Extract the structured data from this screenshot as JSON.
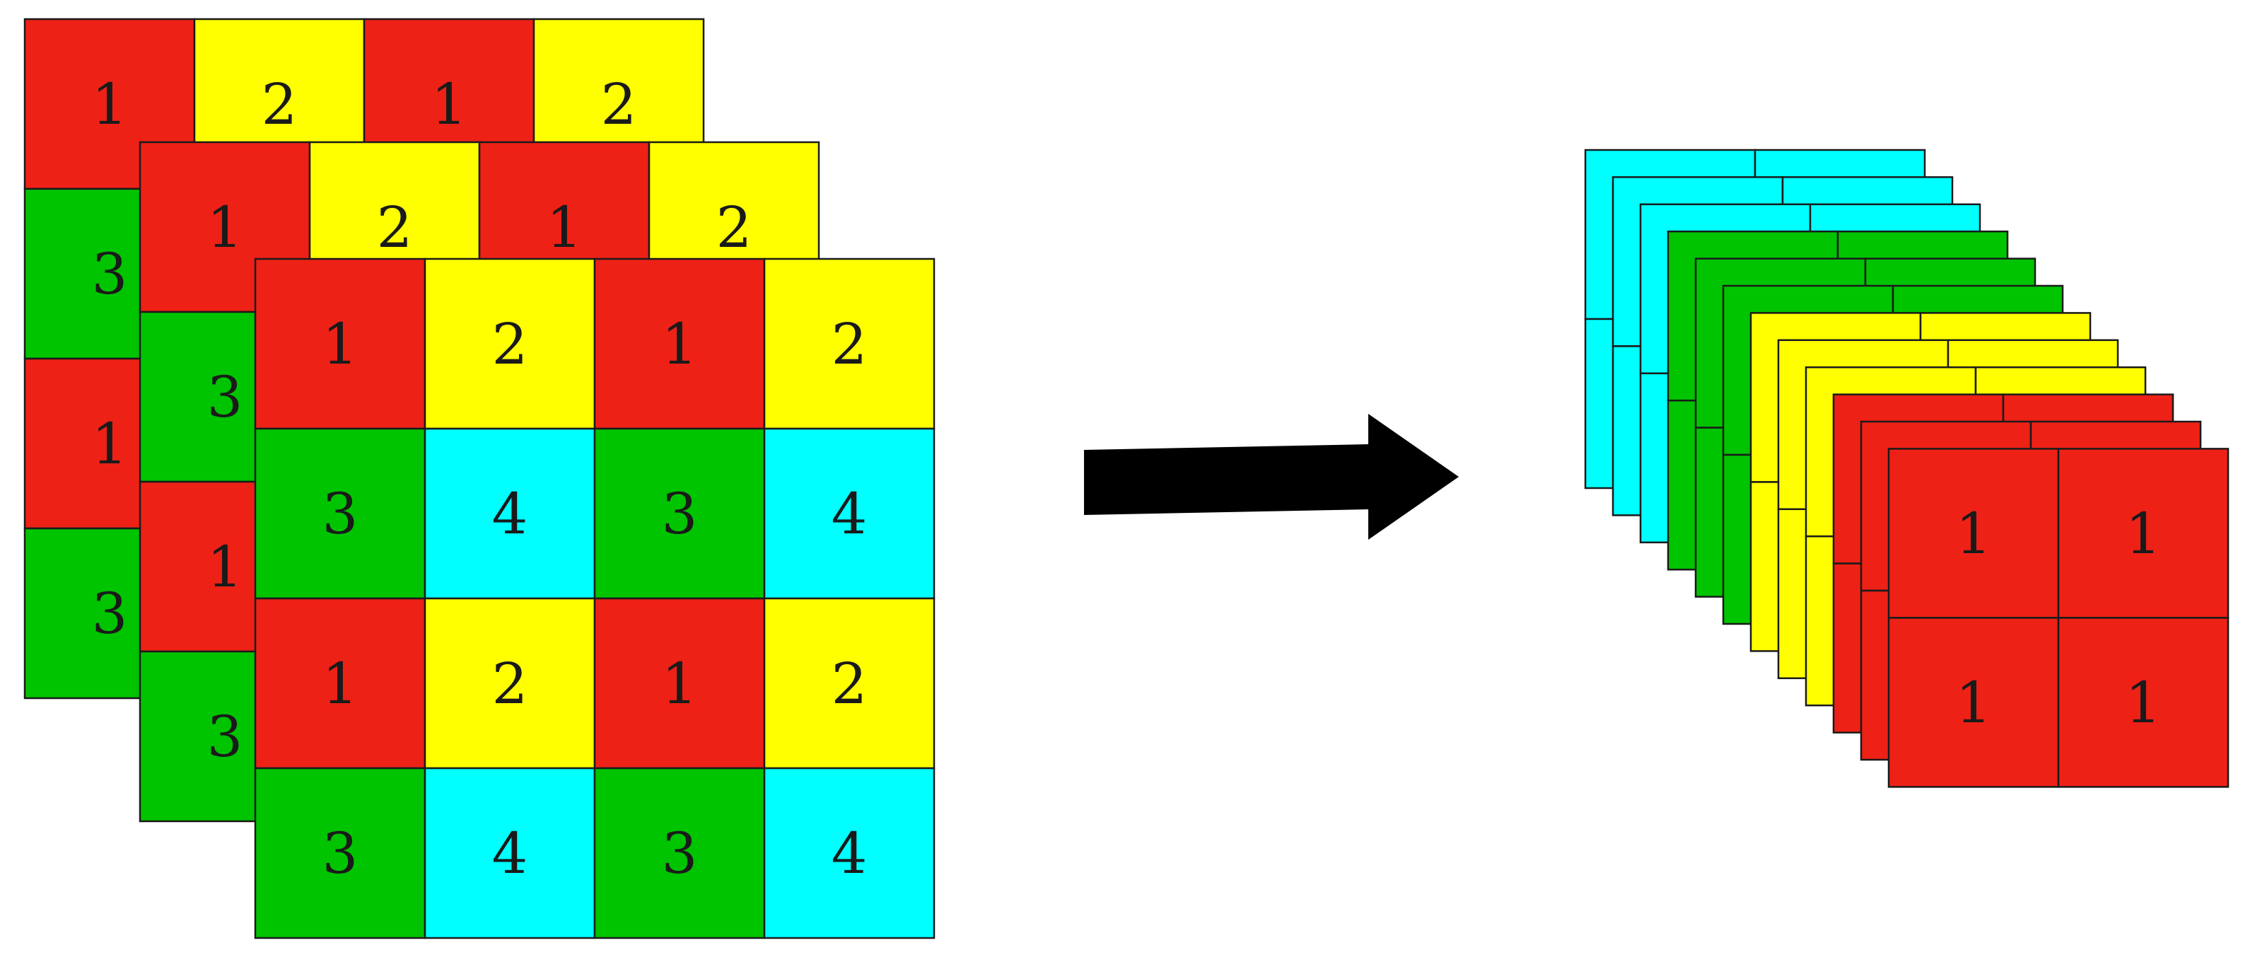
{
  "colors": {
    "1": "#ee2117",
    "2": "#ffff00",
    "3": "#00c400",
    "4": "#00ffff",
    "outline": "#1a1a1a",
    "arrow": "#000000"
  },
  "input": {
    "grid": [
      [
        "1",
        "2",
        "1",
        "2"
      ],
      [
        "3",
        "4",
        "3",
        "4"
      ],
      [
        "1",
        "2",
        "1",
        "2"
      ],
      [
        "3",
        "4",
        "3",
        "4"
      ]
    ]
  },
  "output": {
    "groups": [
      {
        "label": "4",
        "layers": 3
      },
      {
        "label": "3",
        "layers": 3
      },
      {
        "label": "2",
        "layers": 3
      },
      {
        "label": "1",
        "layers": 3
      }
    ]
  },
  "arrow": {
    "icon": "arrow-right-icon"
  }
}
